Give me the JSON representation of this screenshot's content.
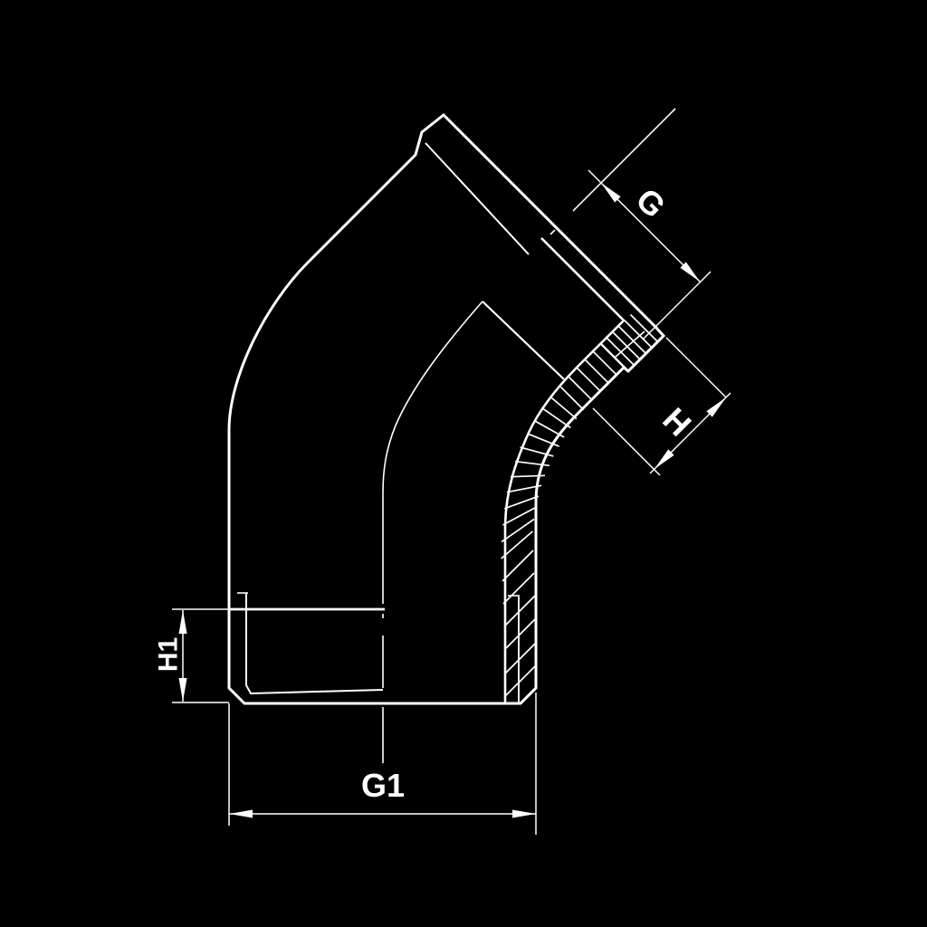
{
  "drawing": {
    "description": "Technical line drawing of a 45-degree threaded elbow pipe fitting, half-sectioned, with dimension annotations",
    "background_color": "#000000",
    "line_color": "#ffffff",
    "labels": {
      "g": "G",
      "h": "H",
      "h1": "H1",
      "g1": "G1"
    }
  }
}
